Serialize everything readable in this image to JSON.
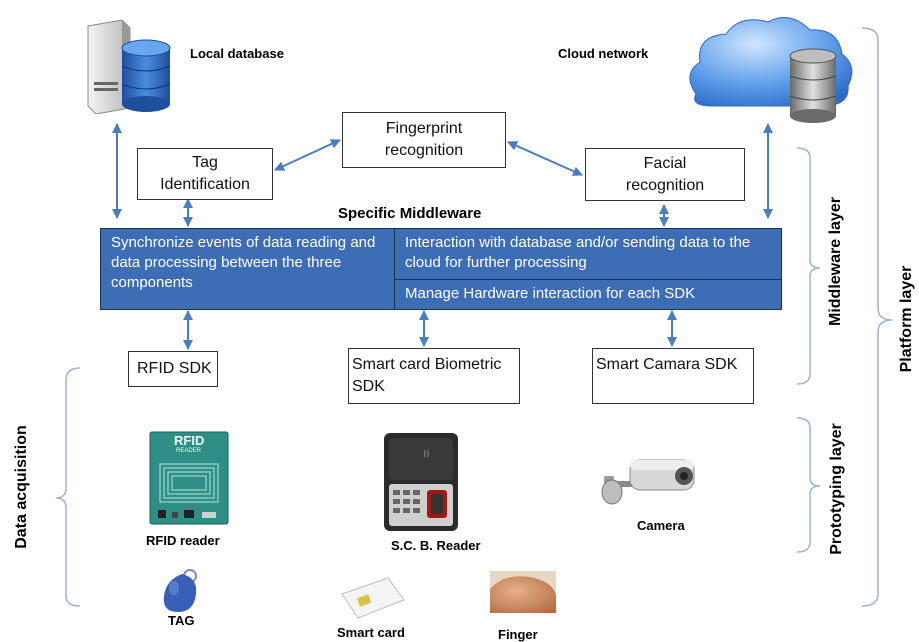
{
  "top": {
    "local_database": "Local database",
    "cloud_network": "Cloud network"
  },
  "boxes": {
    "fingerprint": "Fingerprint recognition",
    "tag_identification": "Tag Identification",
    "facial": "Facial recognition"
  },
  "middleware": {
    "title": "Specific Middleware",
    "left": "Synchronize events of data reading and data processing between the three components",
    "right_top": "Interaction with database and/or sending data to the cloud for further processing",
    "right_bottom": "Manage Hardware interaction for each SDK"
  },
  "sdk": {
    "rfid": "RFID SDK",
    "smart_card": "Smart card Biometric SDK",
    "camera": "Smart Camara SDK"
  },
  "devices": {
    "rfid_reader": "RFID reader",
    "scb_reader": "S.C. B. Reader",
    "camera": "Camera",
    "tag": "TAG",
    "smart_card": "Smart card",
    "finger": "Finger",
    "rfid_board_text": "RFID",
    "rfid_board_subtext": "READER"
  },
  "layers": {
    "middleware_layer": "Middleware layer",
    "platform_layer": "Platform layer",
    "prototyping_layer": "Prototyping layer",
    "data_acquisition": "Data acquisition"
  },
  "colors": {
    "middleware_fill": "#3d6db5",
    "arrow": "#4a7cc0",
    "bracket": "#9fb3cc"
  }
}
